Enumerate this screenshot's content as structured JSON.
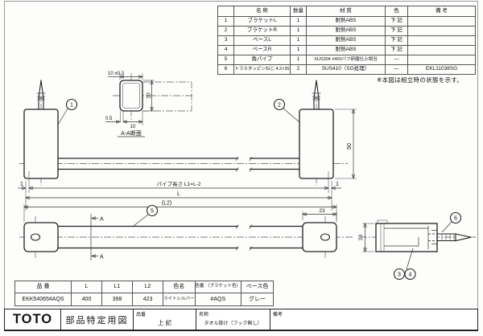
{
  "parts_table": {
    "headers": {
      "no": "",
      "name": "名 称",
      "qty": "数量",
      "material": "材 質",
      "color": "色",
      "remarks": "備 考"
    },
    "rows": [
      {
        "no": "1",
        "name": "ブラケットL",
        "qty": "1",
        "material": "耐熱ABS",
        "color": "下 記",
        "remarks": ""
      },
      {
        "no": "2",
        "name": "ブラケットR",
        "qty": "1",
        "material": "耐熱ABS",
        "color": "下 記",
        "remarks": ""
      },
      {
        "no": "3",
        "name": "ベースL",
        "qty": "1",
        "material": "耐熱ABS",
        "color": "下 記",
        "remarks": ""
      },
      {
        "no": "4",
        "name": "ベースR",
        "qty": "1",
        "material": "耐熱ABS",
        "color": "下 記",
        "remarks": ""
      },
      {
        "no": "5",
        "name": "角パイプ",
        "qty": "1",
        "material": "SUS304 #400バフ研磨仕上相当",
        "color": "―",
        "remarks": ""
      },
      {
        "no": "6",
        "name": "トラスタッピンねじ 4.2×35",
        "qty": "2",
        "material": "SUS410（SG処理）",
        "color": "―",
        "remarks": "EKL11038SG"
      }
    ]
  },
  "note": "※本図は組立時の状態を示す。",
  "drawing": {
    "section": {
      "title": "A-A断面",
      "dim_top": "10 ±0.3",
      "dim_height": "20",
      "dim_wall": "0.5",
      "dim_bottom": "10"
    },
    "dims": {
      "bracket_height": "50",
      "gap_left": "1",
      "gap_right": "1",
      "pipe_length": "パイプ長さ L1=L-2",
      "overall_l": "L",
      "overall_l2": "(L2)",
      "cap_length": "23",
      "cap_height": "23"
    },
    "callouts": {
      "bracket_l": "1",
      "bracket_r": "2",
      "pipe": "5",
      "screw": "6",
      "base_l": "3",
      "base_r": "4"
    },
    "section_marks": {
      "top": "A",
      "bottom": "A"
    }
  },
  "spec_table": {
    "headers": [
      "品 番",
      "L",
      "L1",
      "L2",
      "色名",
      "色番\n（ブラケット色）",
      "ベース色"
    ],
    "row": [
      "EKK54065#AQS",
      "400",
      "398",
      "423",
      "ライトシルバー",
      "#AQS",
      "グレー"
    ]
  },
  "title_block": {
    "logo": "TOTO",
    "doc_title": "部品特定用図",
    "part_no_label": "品番",
    "part_no_value": "上 記",
    "name_label": "名称",
    "name_value": "タオル掛け（フック無し）",
    "remarks_label": "備考"
  }
}
